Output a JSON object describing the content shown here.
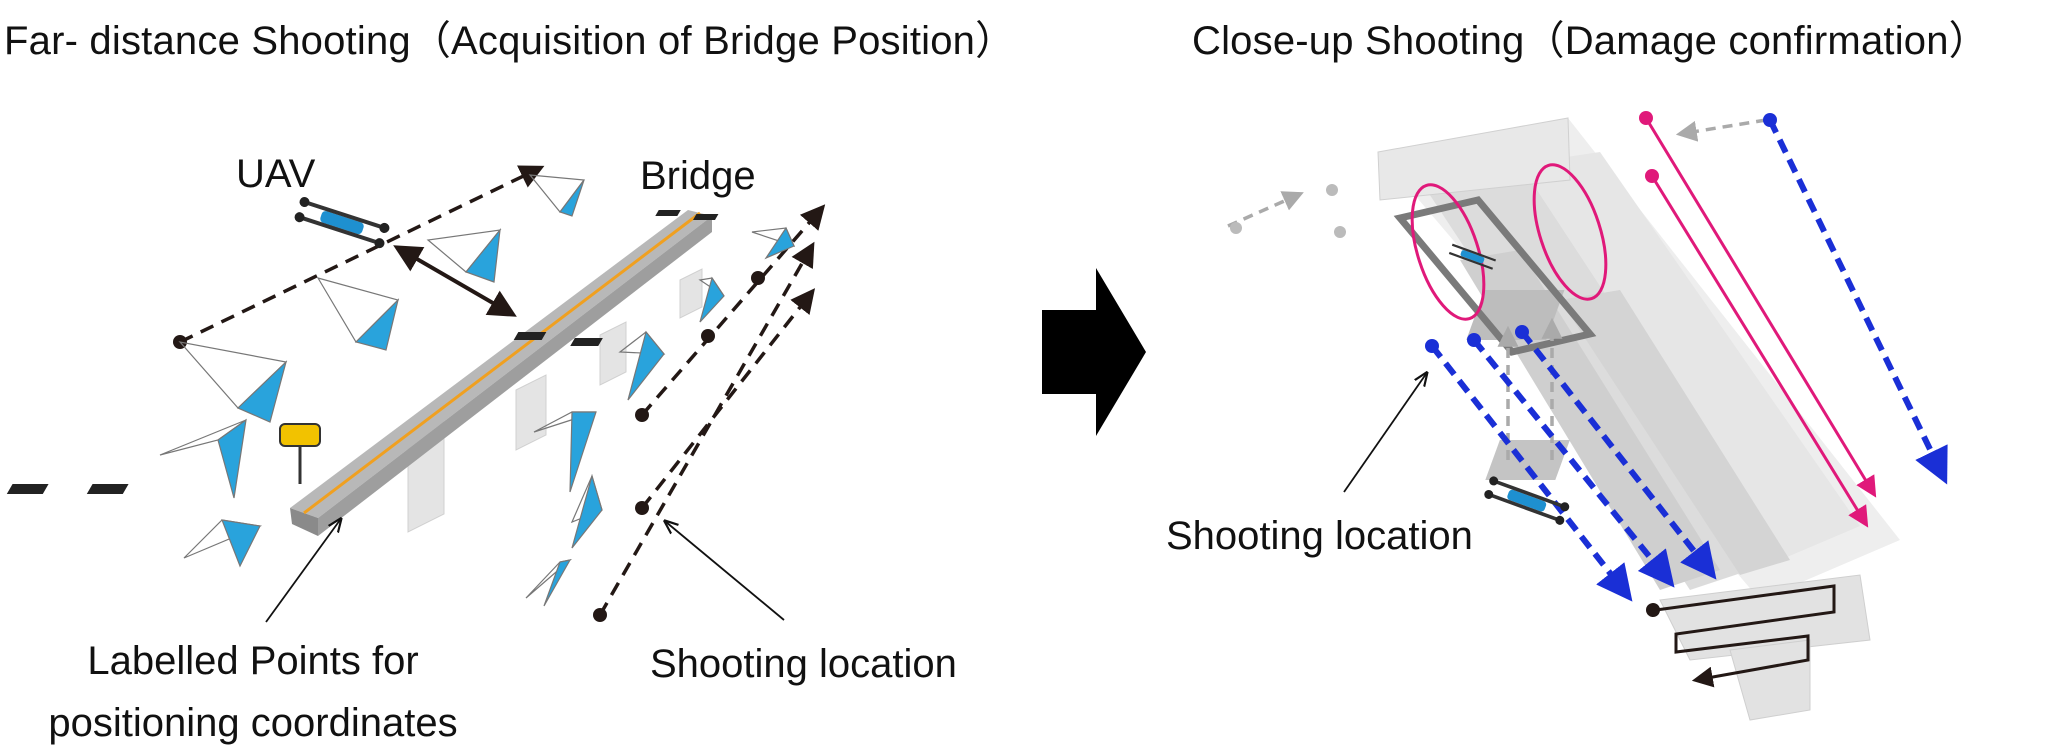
{
  "titles": {
    "left": "Far- distance Shooting（Acquisition of Bridge Position）",
    "right": "Close-up Shooting（Damage confirmation）"
  },
  "labels": {
    "uav": "UAV",
    "bridge": "Bridge",
    "points_line1": "Labelled Points for",
    "points_line2": "positioning coordinates",
    "shooting_location_left": "Shooting location",
    "shooting_location_right": "Shooting location"
  },
  "colors": {
    "camera_blue": "#29a3dc",
    "path_dark": "#231815",
    "path_blue": "#1a2fd6",
    "path_magenta": "#e0197a",
    "bridge_gray": "#c8c8c8",
    "road_orange": "#f0a020",
    "arrow_black": "#000000"
  }
}
